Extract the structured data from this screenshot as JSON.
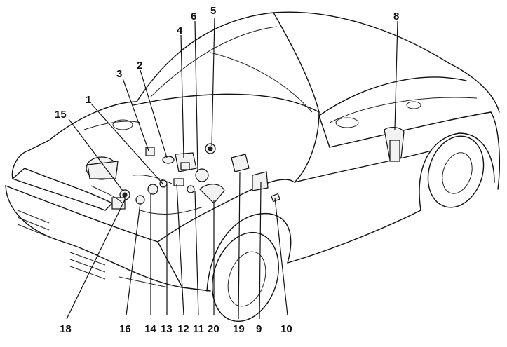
{
  "callouts": [
    "1",
    "2",
    "3",
    "4",
    "5",
    "6",
    "8",
    "9",
    "10",
    "11",
    "12",
    "13",
    "14",
    "15",
    "16",
    "18",
    "19",
    "20"
  ]
}
